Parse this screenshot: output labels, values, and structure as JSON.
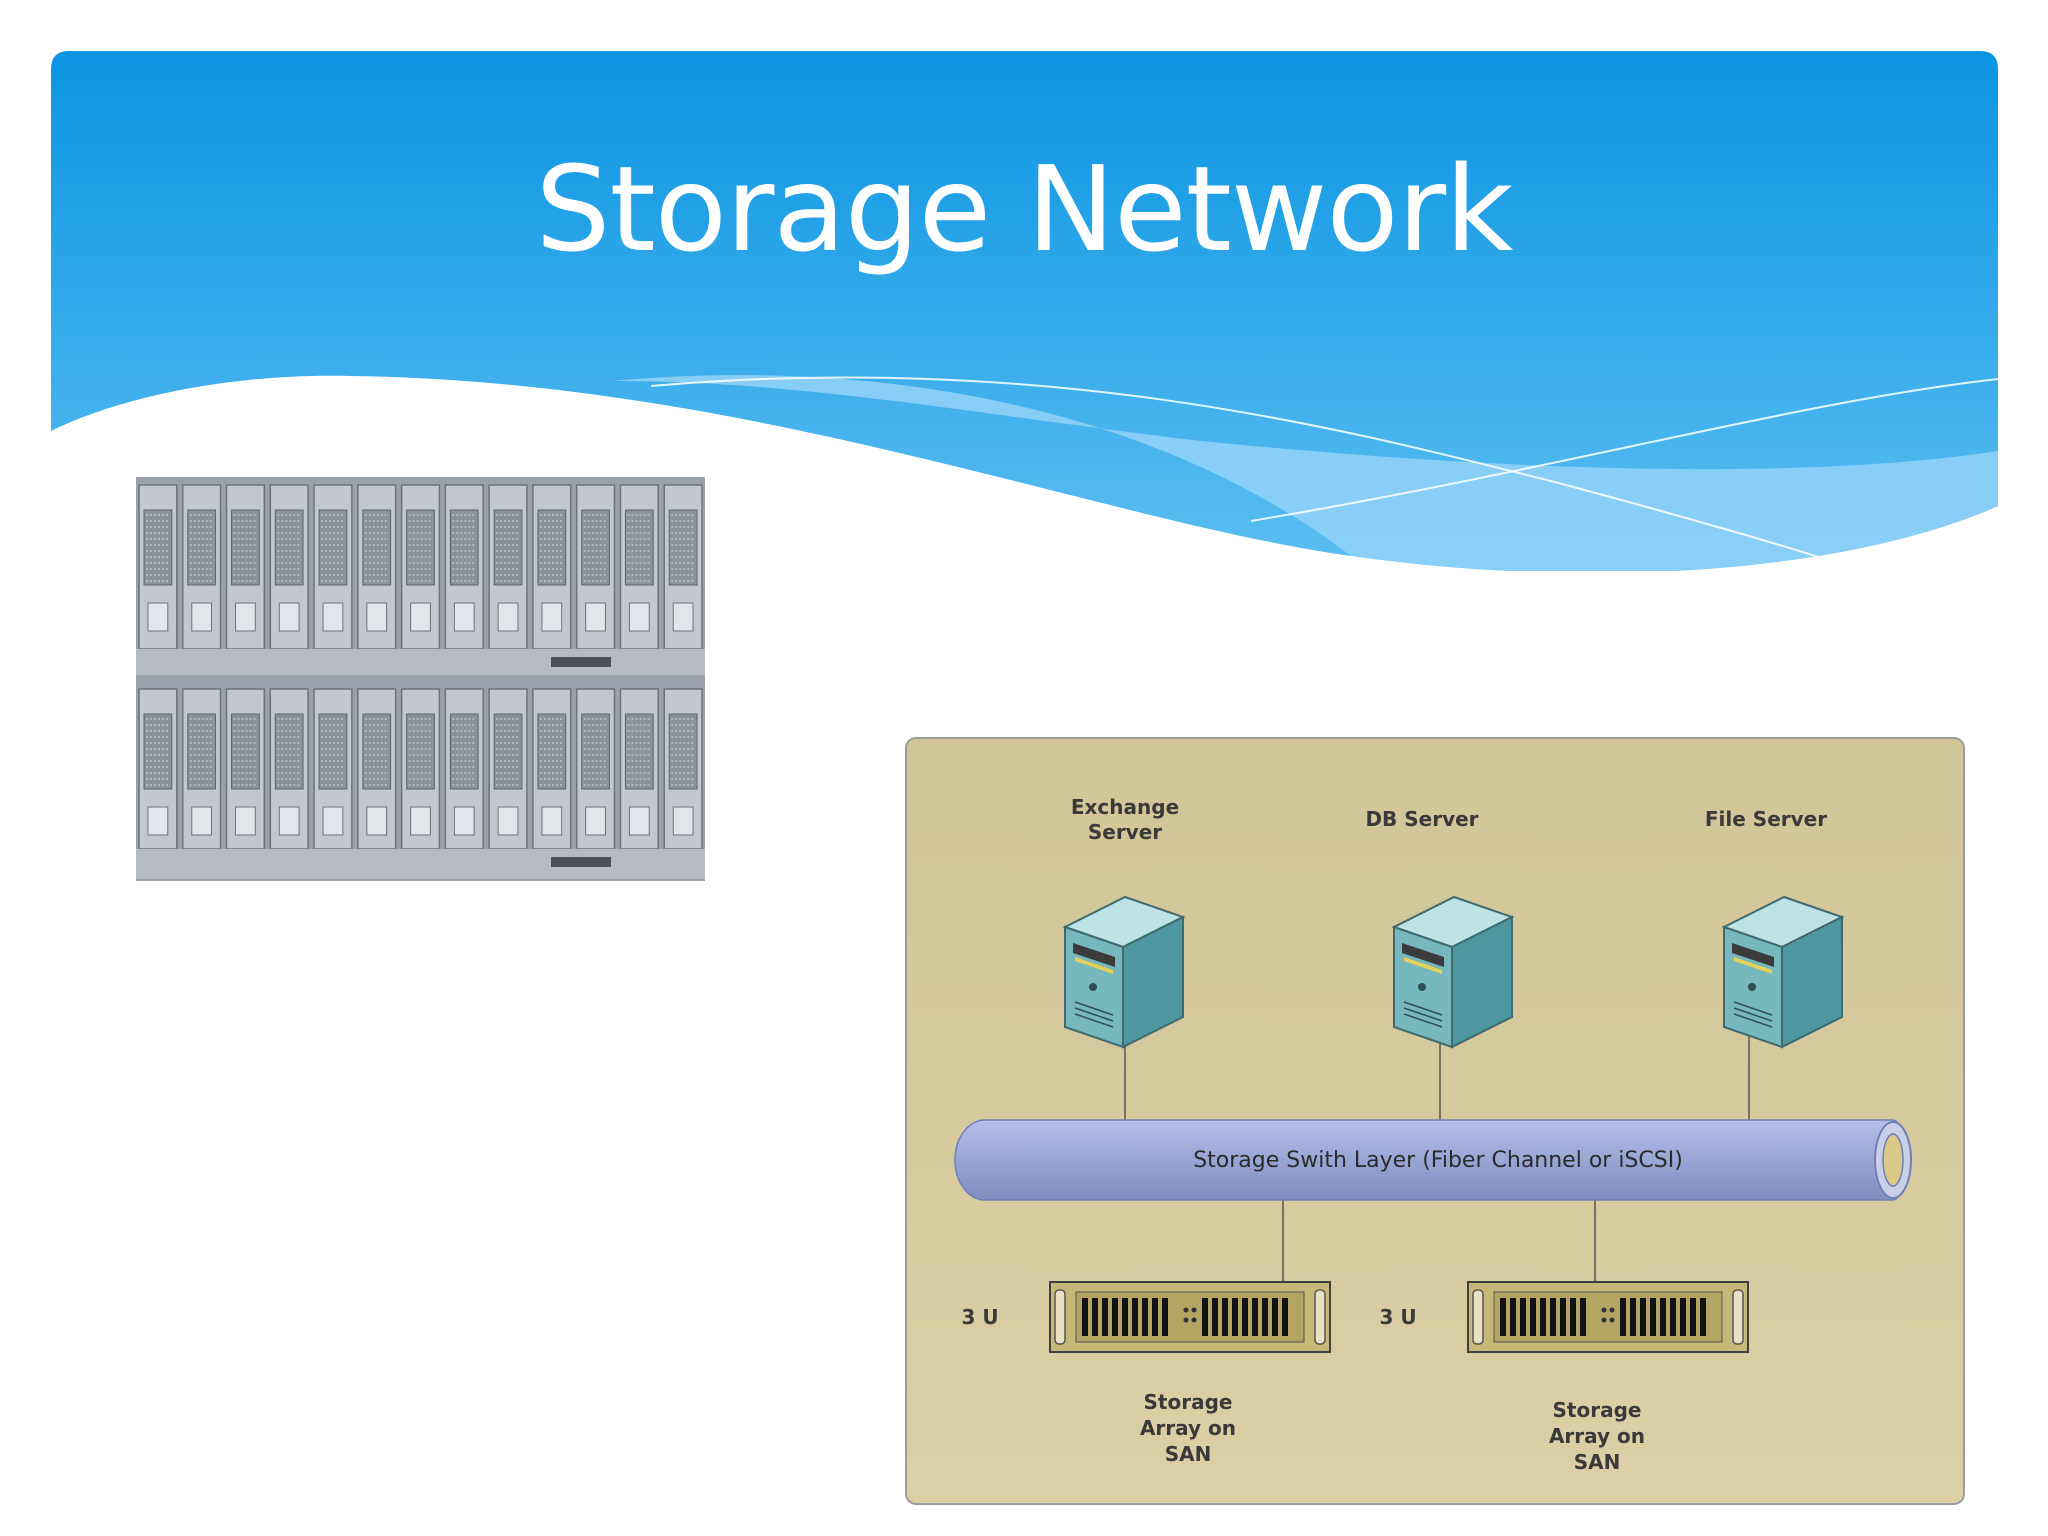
{
  "slide": {
    "title": "Storage Network"
  },
  "diagram": {
    "servers": [
      {
        "line1": "Exchange",
        "line2": "Server"
      },
      {
        "line1": "DB Server",
        "line2": ""
      },
      {
        "line1": "File Server",
        "line2": ""
      }
    ],
    "switch_layer_label": "Storage Swith Layer (Fiber Channel or iSCSI)",
    "arrays": [
      {
        "size_label": "3 U",
        "line1": "Storage",
        "line2": "Array on",
        "line3": "SAN"
      },
      {
        "size_label": "3 U",
        "line1": "Storage",
        "line2": "Array on",
        "line3": "SAN"
      }
    ]
  },
  "colors": {
    "header_top": "#0b96e3",
    "header_bottom": "#58bdf1",
    "wave_light": "#9dd6f8",
    "diagram_bg": "#d6c89b",
    "server_body": "#5aa9ae",
    "switch_pipe": "#9aa8d6"
  },
  "icons": {
    "photo": "storage-rack-photo",
    "server": "server-tower-icon",
    "array": "storage-array-icon"
  }
}
